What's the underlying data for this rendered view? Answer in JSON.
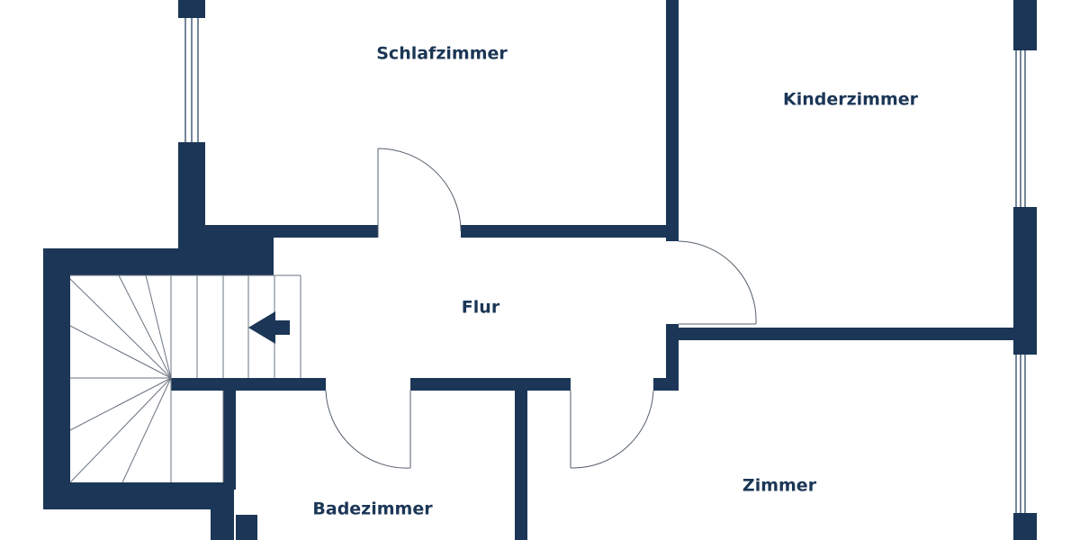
{
  "plan": {
    "colors": {
      "wall": "#1b3656",
      "background": "#ffffff"
    },
    "rooms": {
      "schlafzimmer": "Schlafzimmer",
      "kinderzimmer": "Kinderzimmer",
      "flur": "Flur",
      "badezimmer": "Badezimmer",
      "zimmer": "Zimmer"
    },
    "icons": {
      "stair_direction": "arrow-left-icon"
    }
  }
}
